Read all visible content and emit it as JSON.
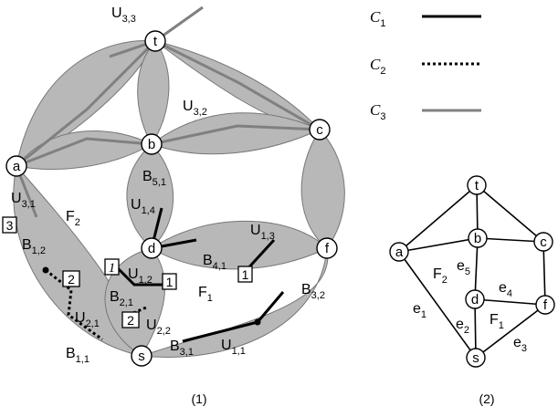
{
  "fig1": {
    "caption": "(1)",
    "nodes": [
      "t",
      "a",
      "b",
      "c",
      "d",
      "f",
      "s"
    ],
    "regions": [
      {
        "main": "U",
        "sub": "3,3"
      },
      {
        "main": "U",
        "sub": "3,2"
      },
      {
        "main": "B",
        "sub": "5,1"
      },
      {
        "main": "U",
        "sub": "3,1"
      },
      {
        "main": "F",
        "sub": "2"
      },
      {
        "main": "U",
        "sub": "1,4"
      },
      {
        "main": "B",
        "sub": "1,2"
      },
      {
        "main": "U",
        "sub": "1,3"
      },
      {
        "main": "B",
        "sub": "4,1"
      },
      {
        "main": "U",
        "sub": "1,2"
      },
      {
        "main": "B",
        "sub": "2,1"
      },
      {
        "main": "F",
        "sub": "1"
      },
      {
        "main": "B",
        "sub": "3,2"
      },
      {
        "main": "U",
        "sub": "2,1"
      },
      {
        "main": "U",
        "sub": "2,2"
      },
      {
        "main": "B",
        "sub": "1,1"
      },
      {
        "main": "B",
        "sub": "3,1"
      },
      {
        "main": "U",
        "sub": "1,1"
      }
    ],
    "boxes": [
      "3",
      "2",
      "1",
      "1",
      "1",
      "2"
    ]
  },
  "legend": [
    {
      "main": "C",
      "sub": "1",
      "style": "solid-black"
    },
    {
      "main": "C",
      "sub": "2",
      "style": "dotted-black"
    },
    {
      "main": "C",
      "sub": "3",
      "style": "solid-gray"
    }
  ],
  "fig2": {
    "caption": "(2)",
    "nodes": [
      "t",
      "a",
      "b",
      "c",
      "d",
      "f",
      "s"
    ],
    "faces": [
      {
        "main": "F",
        "sub": "2"
      },
      {
        "main": "F",
        "sub": "1"
      }
    ],
    "edges": [
      {
        "main": "e",
        "sub": "5"
      },
      {
        "main": "e",
        "sub": "4"
      },
      {
        "main": "e",
        "sub": "1"
      },
      {
        "main": "e",
        "sub": "2"
      },
      {
        "main": "e",
        "sub": "3"
      }
    ]
  },
  "colors": {
    "lens_fill": "#b8b8b8",
    "lens_stroke": "#777777",
    "c1": "#000000",
    "c3": "#808080"
  }
}
